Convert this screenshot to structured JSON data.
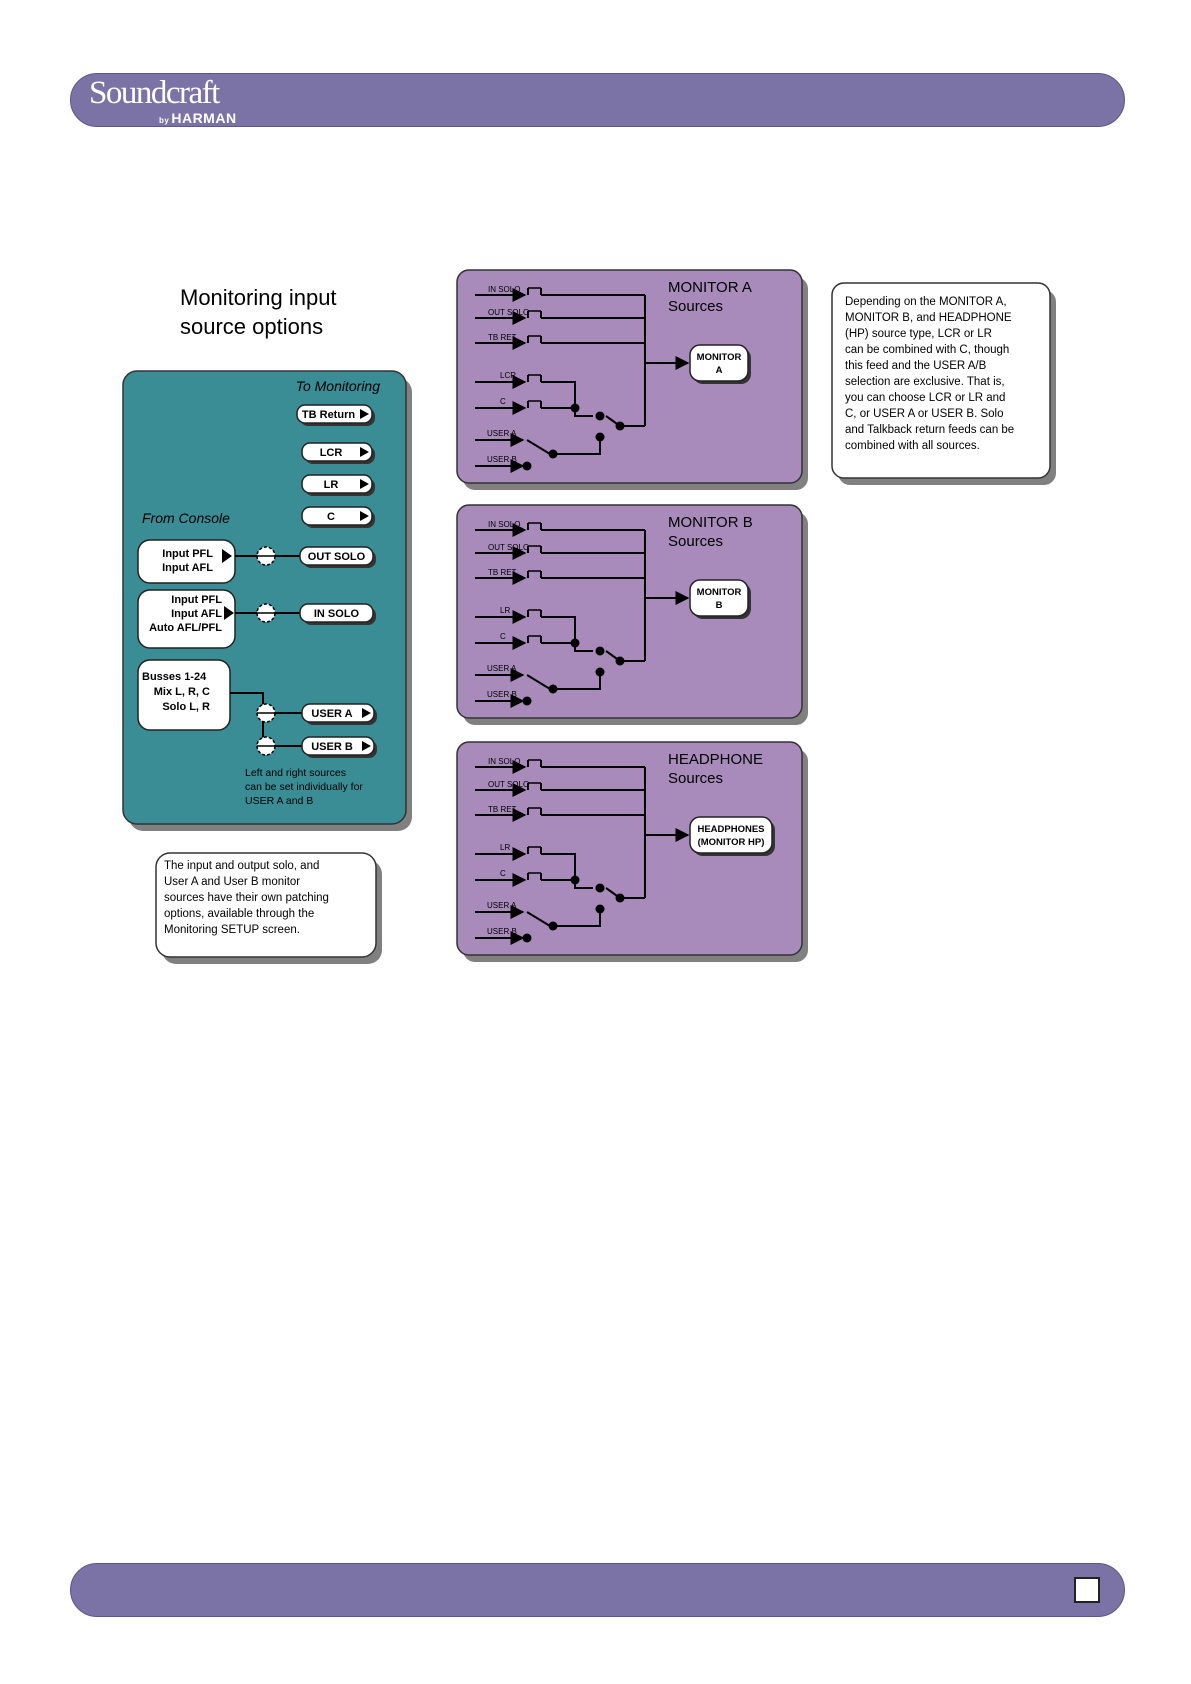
{
  "header": {
    "brand_name": "Soundcraft",
    "brand_by": "by",
    "brand_company": "HARMAN"
  },
  "diagram": {
    "title_line1": "Monitoring input",
    "title_line2": "source options",
    "source_panel": {
      "to_monitoring": "To Monitoring",
      "from_console": "From Console",
      "outputs": [
        "TB Return",
        "LCR",
        "LR",
        "C"
      ],
      "console_box1": [
        "Input PFL",
        "Input AFL"
      ],
      "console_box2": [
        "Input PFL",
        "Input AFL",
        "Auto AFL/PFL"
      ],
      "busses_box": [
        "Busses 1-24",
        "Mix L, R, C",
        "Solo L, R"
      ],
      "out_solo": "OUT SOLO",
      "in_solo": "IN SOLO",
      "user_a": "USER A",
      "user_b": "USER B",
      "lr_note": [
        "Left and right sources",
        "can be set individually for",
        "USER A and B"
      ]
    },
    "patch_note": [
      "The input and output solo, and",
      "User A and User B monitor",
      "sources have their own patching",
      "options, available through the",
      "Monitoring SETUP screen."
    ],
    "info_note": [
      "Depending on the MONITOR A,",
      "MONITOR B, and HEADPHONE",
      "(HP) source type, LCR or LR",
      "can be combined with C, though",
      "this feed and the USER A/B",
      "selection are exclusive. That is,",
      "you can choose LCR or LR and",
      "C, or USER A or USER B. Solo",
      "and Talkback return feeds can be",
      "combined with all sources."
    ],
    "monitors": [
      {
        "title": "MONITOR A",
        "subtitle": "Sources",
        "inputs": [
          "IN SOLO",
          "OUT SOLO",
          "TB RET",
          "LCR",
          "C",
          "USER A",
          "USER B"
        ],
        "output": [
          "MONITOR",
          "A"
        ]
      },
      {
        "title": "MONITOR B",
        "subtitle": "Sources",
        "inputs": [
          "IN SOLO",
          "OUT SOLO",
          "TB RET",
          "LR",
          "C",
          "USER A",
          "USER B"
        ],
        "output": [
          "MONITOR",
          "B"
        ]
      },
      {
        "title": "HEADPHONE",
        "subtitle": "Sources",
        "inputs": [
          "IN SOLO",
          "OUT SOLO",
          "TB RET",
          "LR",
          "C",
          "USER A",
          "USER B"
        ],
        "output": [
          "HEADPHONES",
          "(MONITOR HP)"
        ]
      }
    ]
  },
  "colors": {
    "banner": "#7b73a6",
    "source_panel": "#3a8c95",
    "monitor_panel": "#a88bbb"
  }
}
